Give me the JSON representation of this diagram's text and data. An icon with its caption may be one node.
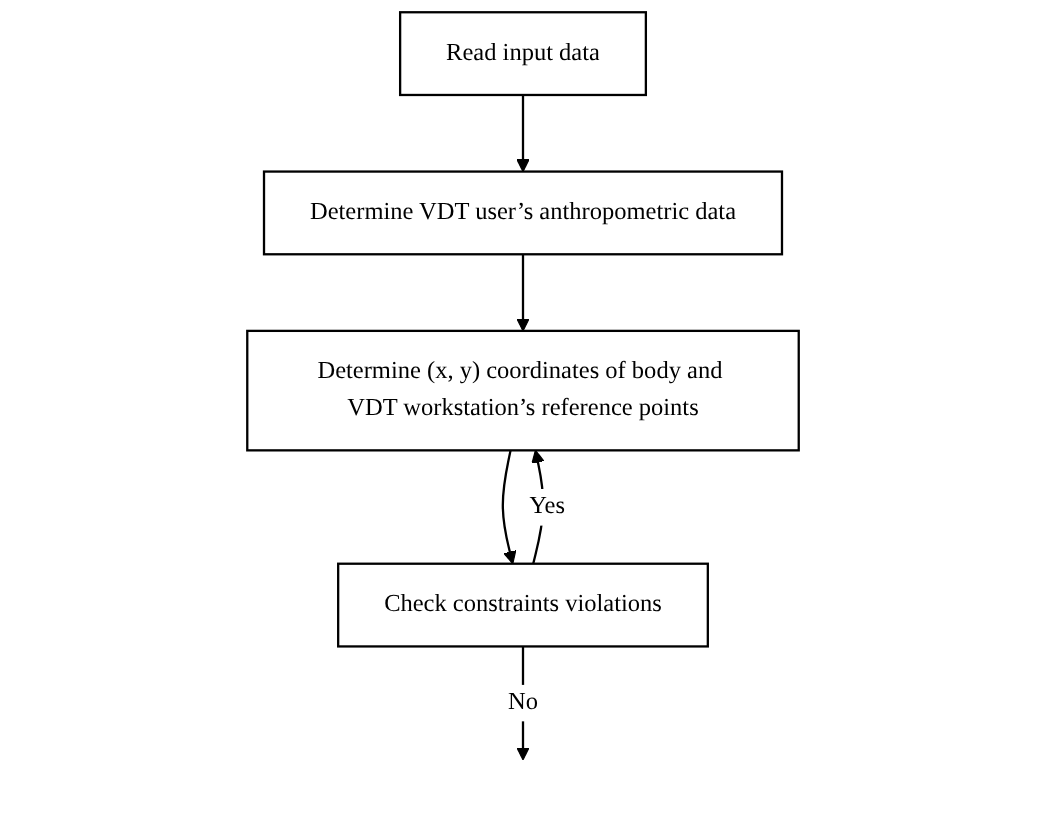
{
  "diagram": {
    "nodes": [
      {
        "text": [
          "Read input data"
        ]
      },
      {
        "text": [
          "Determine VDT user’s anthropometric data"
        ]
      },
      {
        "text": [
          "Determine (x, y) coordinates of body and VDT workstation’s reference points"
        ]
      },
      {
        "text": [
          "Check constraints violations"
        ]
      }
    ],
    "edges": [
      {
        "from": 0,
        "to": 1,
        "arrow": "to"
      },
      {
        "from": 1,
        "to": 2,
        "arrow": "to"
      },
      {
        "from": 2,
        "to": 3,
        "arrow": "to"
      },
      {
        "from": 3,
        "to": 2,
        "arrow": "to",
        "label": "Yes"
      },
      {
        "from": 3,
        "to": null,
        "arrow": "to",
        "label": "No"
      }
    ]
  }
}
